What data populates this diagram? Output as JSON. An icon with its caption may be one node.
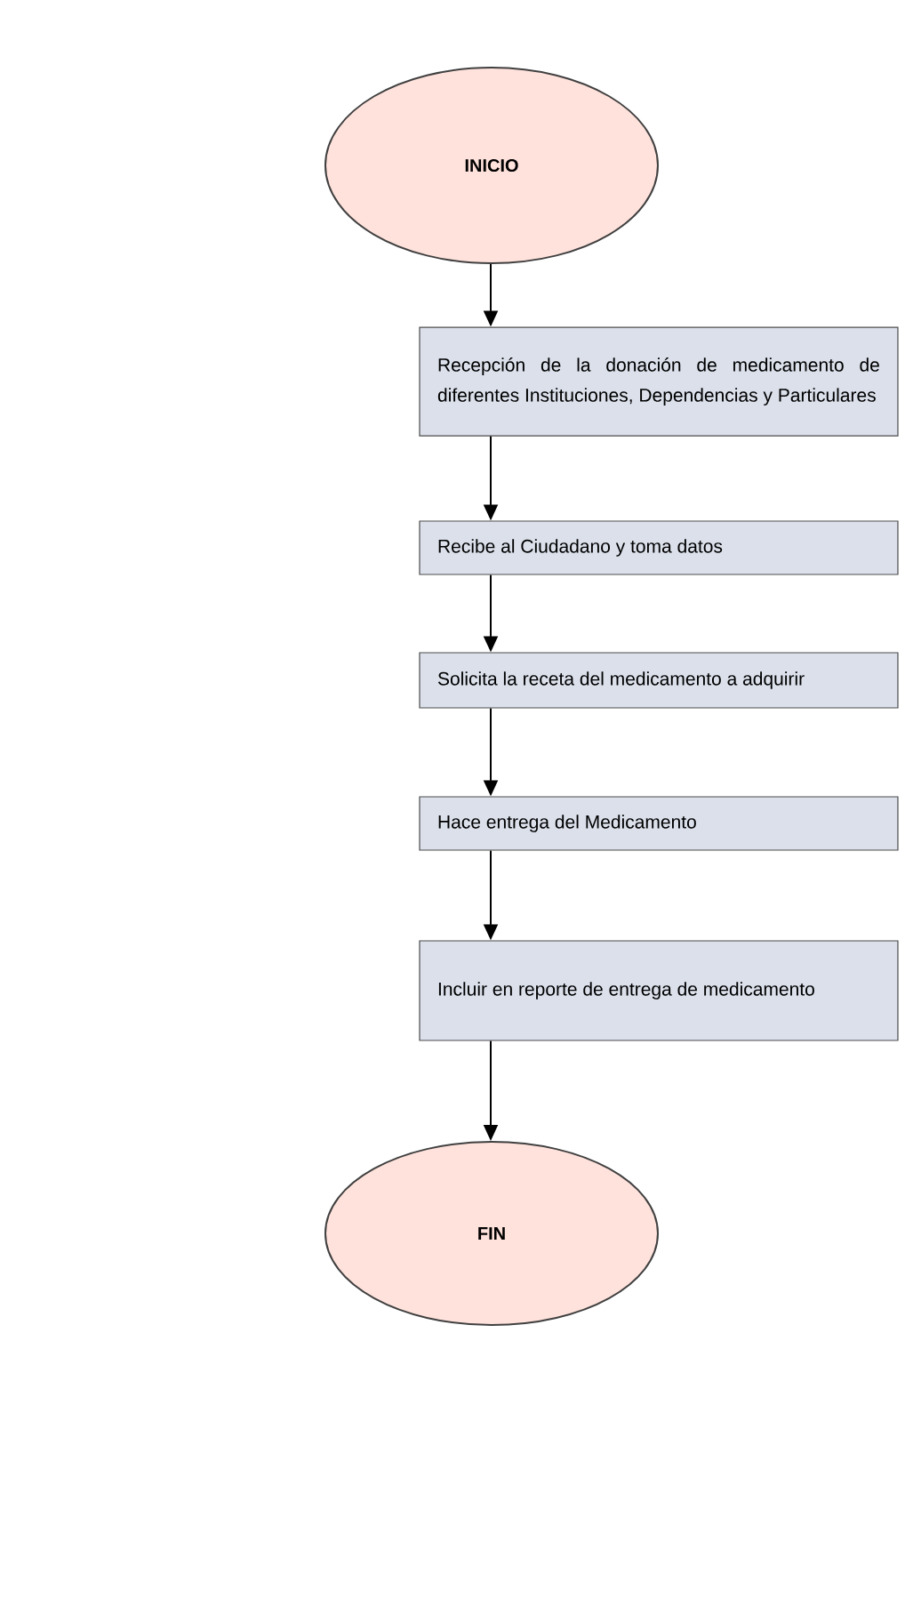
{
  "diagram": {
    "nodes": [
      {
        "text": [
          "INICIO"
        ]
      },
      {
        "text": [
          "Recepción de la donación de medicamento de diferentes Instituciones, Dependencias y Particulares"
        ]
      },
      {
        "text": [
          "Recibe al Ciudadano y toma datos"
        ]
      },
      {
        "text": [
          "Solicita la receta del medicamento a adquirir"
        ]
      },
      {
        "text": [
          "Hace entrega del Medicamento"
        ]
      },
      {
        "text": [
          "Incluir en reporte de entrega de medicamento"
        ]
      },
      {
        "text": [
          "FIN"
        ]
      }
    ],
    "edges": [
      {
        "from": 0,
        "to": 1,
        "arrow": "to"
      },
      {
        "from": 1,
        "to": 2,
        "arrow": "to"
      },
      {
        "from": 2,
        "to": 3,
        "arrow": "to"
      },
      {
        "from": 3,
        "to": 4,
        "arrow": "to"
      },
      {
        "from": 4,
        "to": 5,
        "arrow": "to"
      },
      {
        "from": 5,
        "to": 6,
        "arrow": "to"
      }
    ]
  }
}
